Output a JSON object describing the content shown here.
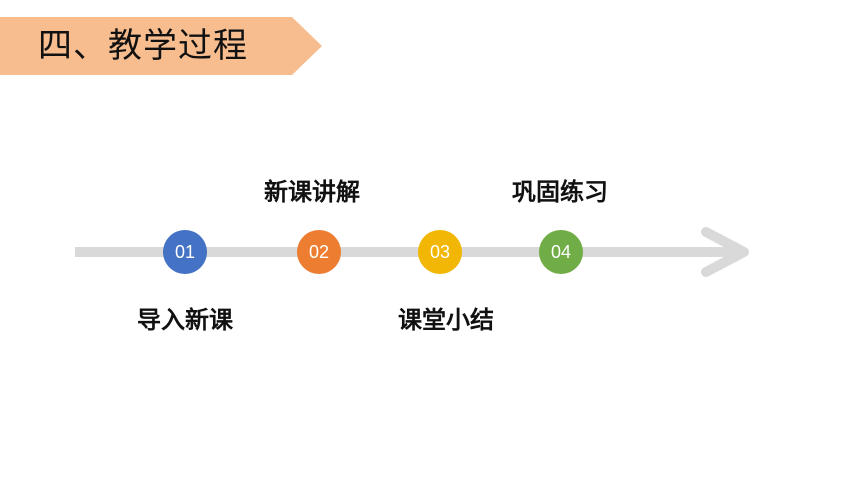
{
  "title": {
    "text": "四、教学过程",
    "banner_color": "#F7BD8F"
  },
  "timeline": {
    "line_color": "#D9D9D9",
    "steps": [
      {
        "number": "01",
        "label": "导入新课",
        "color": "#4472C4",
        "label_position": "below"
      },
      {
        "number": "02",
        "label": "新课讲解",
        "color": "#ED7D31",
        "label_position": "above"
      },
      {
        "number": "03",
        "label": "课堂小结",
        "color": "#F2B705",
        "label_position": "below"
      },
      {
        "number": "04",
        "label": "巩固练习",
        "color": "#70AD47",
        "label_position": "above"
      }
    ]
  }
}
